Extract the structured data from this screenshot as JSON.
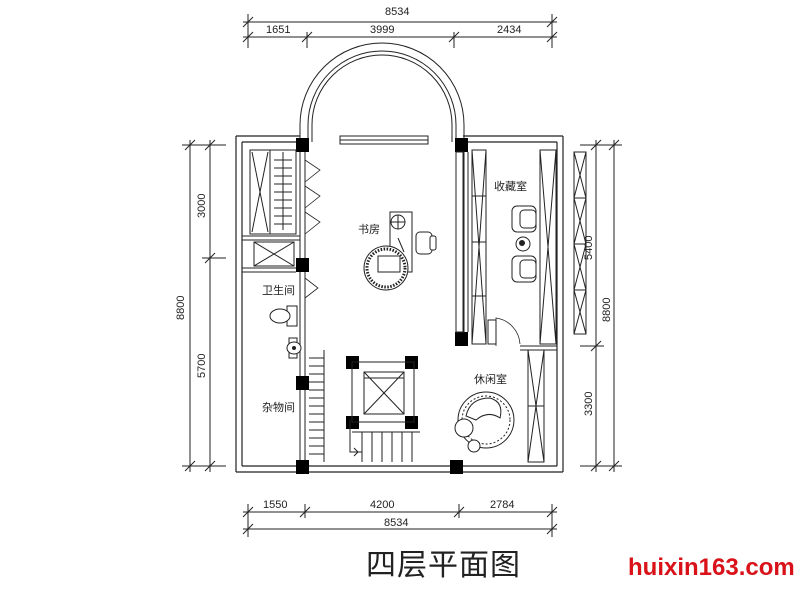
{
  "dimensions": {
    "top": {
      "total": "8534",
      "seg1": "1651",
      "seg2": "3999",
      "seg3": "2434"
    },
    "bottom": {
      "total": "8534",
      "seg1": "1550",
      "seg2": "4200",
      "seg3": "2784"
    },
    "left": {
      "total": "8800",
      "seg1": "3000",
      "seg2": "5700"
    },
    "right": {
      "total": "8800",
      "seg1": "5400",
      "seg2": "3300"
    }
  },
  "rooms": {
    "study": "书房",
    "collection": "收藏室",
    "bathroom": "卫生间",
    "storage": "杂物间",
    "lounge": "休闲室"
  },
  "caption": "四层平面图",
  "watermark": "huixin163.com"
}
